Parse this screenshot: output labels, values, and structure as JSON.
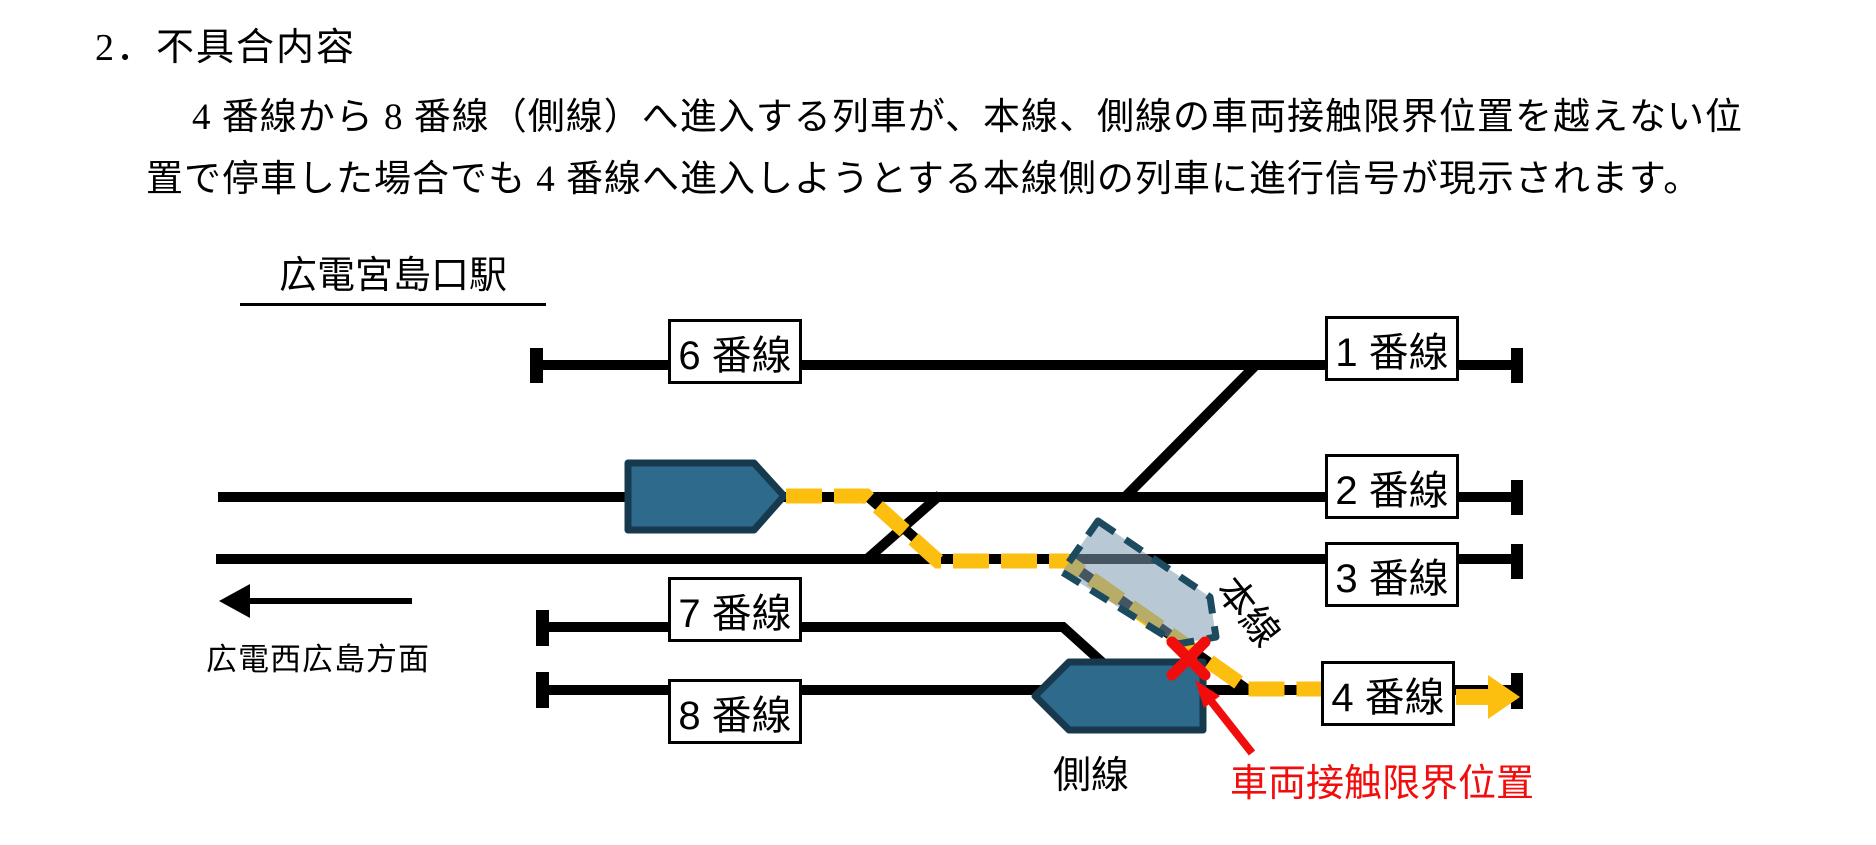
{
  "page": {
    "section_title": "2．不具合内容",
    "body_line1": "4 番線から 8 番線（側線）へ進入する列車が、本線、側線の車両接触限界位置を越えない位",
    "body_line2": "置で停車した場合でも 4 番線へ進入しようとする本線側の列車に進行信号が現示されます。"
  },
  "diagram": {
    "station_name": "広電宮島口駅",
    "direction_label": "広電西広島方面",
    "track_labels": {
      "t1": "1 番線",
      "t2": "2 番線",
      "t3": "3 番線",
      "t4": "4 番線",
      "t6": "6 番線",
      "t7": "7 番線",
      "t8": "8 番線"
    },
    "main_line_label": "本線",
    "siding_label": "側線",
    "contact_limit_label": "車両接触限界位置",
    "colors": {
      "track_black": "#000000",
      "route_yellow": "#FDBF0F",
      "train_fill": "#2D6A8C",
      "train_outline": "#16394E",
      "fouling_zone_fill": "#A9C3D2",
      "fouling_zone_border": "#1C4A5E",
      "alert_red": "#F20D0D",
      "label_box_bg": "#FFFFFF"
    }
  }
}
